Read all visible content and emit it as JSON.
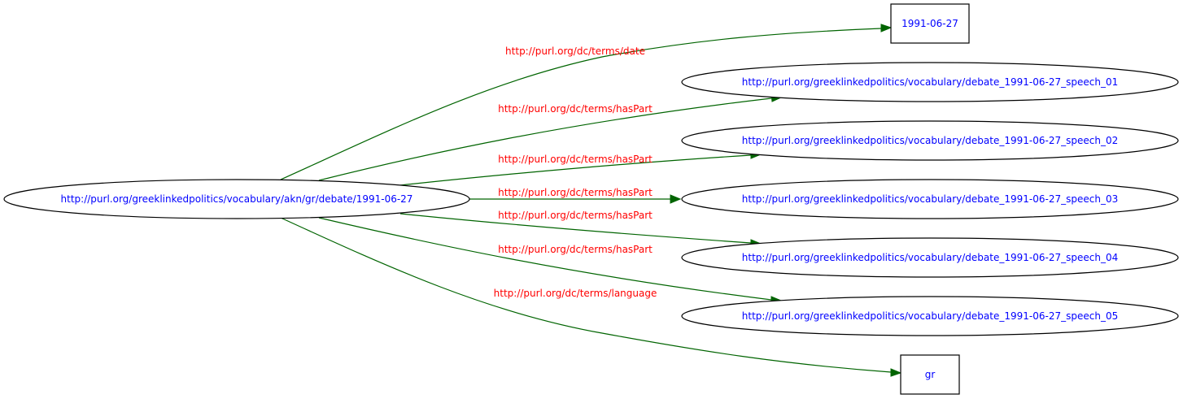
{
  "graph": {
    "source": {
      "label": "http://purl.org/greeklinkedpolitics/vocabulary/akn/gr/debate/1991-06-27",
      "shape": "ellipse"
    },
    "targets": [
      {
        "label": "1991-06-27",
        "shape": "box"
      },
      {
        "label": "http://purl.org/greeklinkedpolitics/vocabulary/debate_1991-06-27_speech_01",
        "shape": "ellipse"
      },
      {
        "label": "http://purl.org/greeklinkedpolitics/vocabulary/debate_1991-06-27_speech_02",
        "shape": "ellipse"
      },
      {
        "label": "http://purl.org/greeklinkedpolitics/vocabulary/debate_1991-06-27_speech_03",
        "shape": "ellipse"
      },
      {
        "label": "http://purl.org/greeklinkedpolitics/vocabulary/debate_1991-06-27_speech_04",
        "shape": "ellipse"
      },
      {
        "label": "http://purl.org/greeklinkedpolitics/vocabulary/debate_1991-06-27_speech_05",
        "shape": "ellipse"
      },
      {
        "label": "gr",
        "shape": "box"
      }
    ],
    "edges": [
      {
        "label": "http://purl.org/dc/terms/date"
      },
      {
        "label": "http://purl.org/dc/terms/hasPart"
      },
      {
        "label": "http://purl.org/dc/terms/hasPart"
      },
      {
        "label": "http://purl.org/dc/terms/hasPart"
      },
      {
        "label": "http://purl.org/dc/terms/hasPart"
      },
      {
        "label": "http://purl.org/dc/terms/hasPart"
      },
      {
        "label": "http://purl.org/dc/terms/language"
      }
    ],
    "colors": {
      "node_text": "#0000ff",
      "edge_text": "#ff0000",
      "edge_line": "#006400",
      "node_border": "#000000"
    }
  }
}
